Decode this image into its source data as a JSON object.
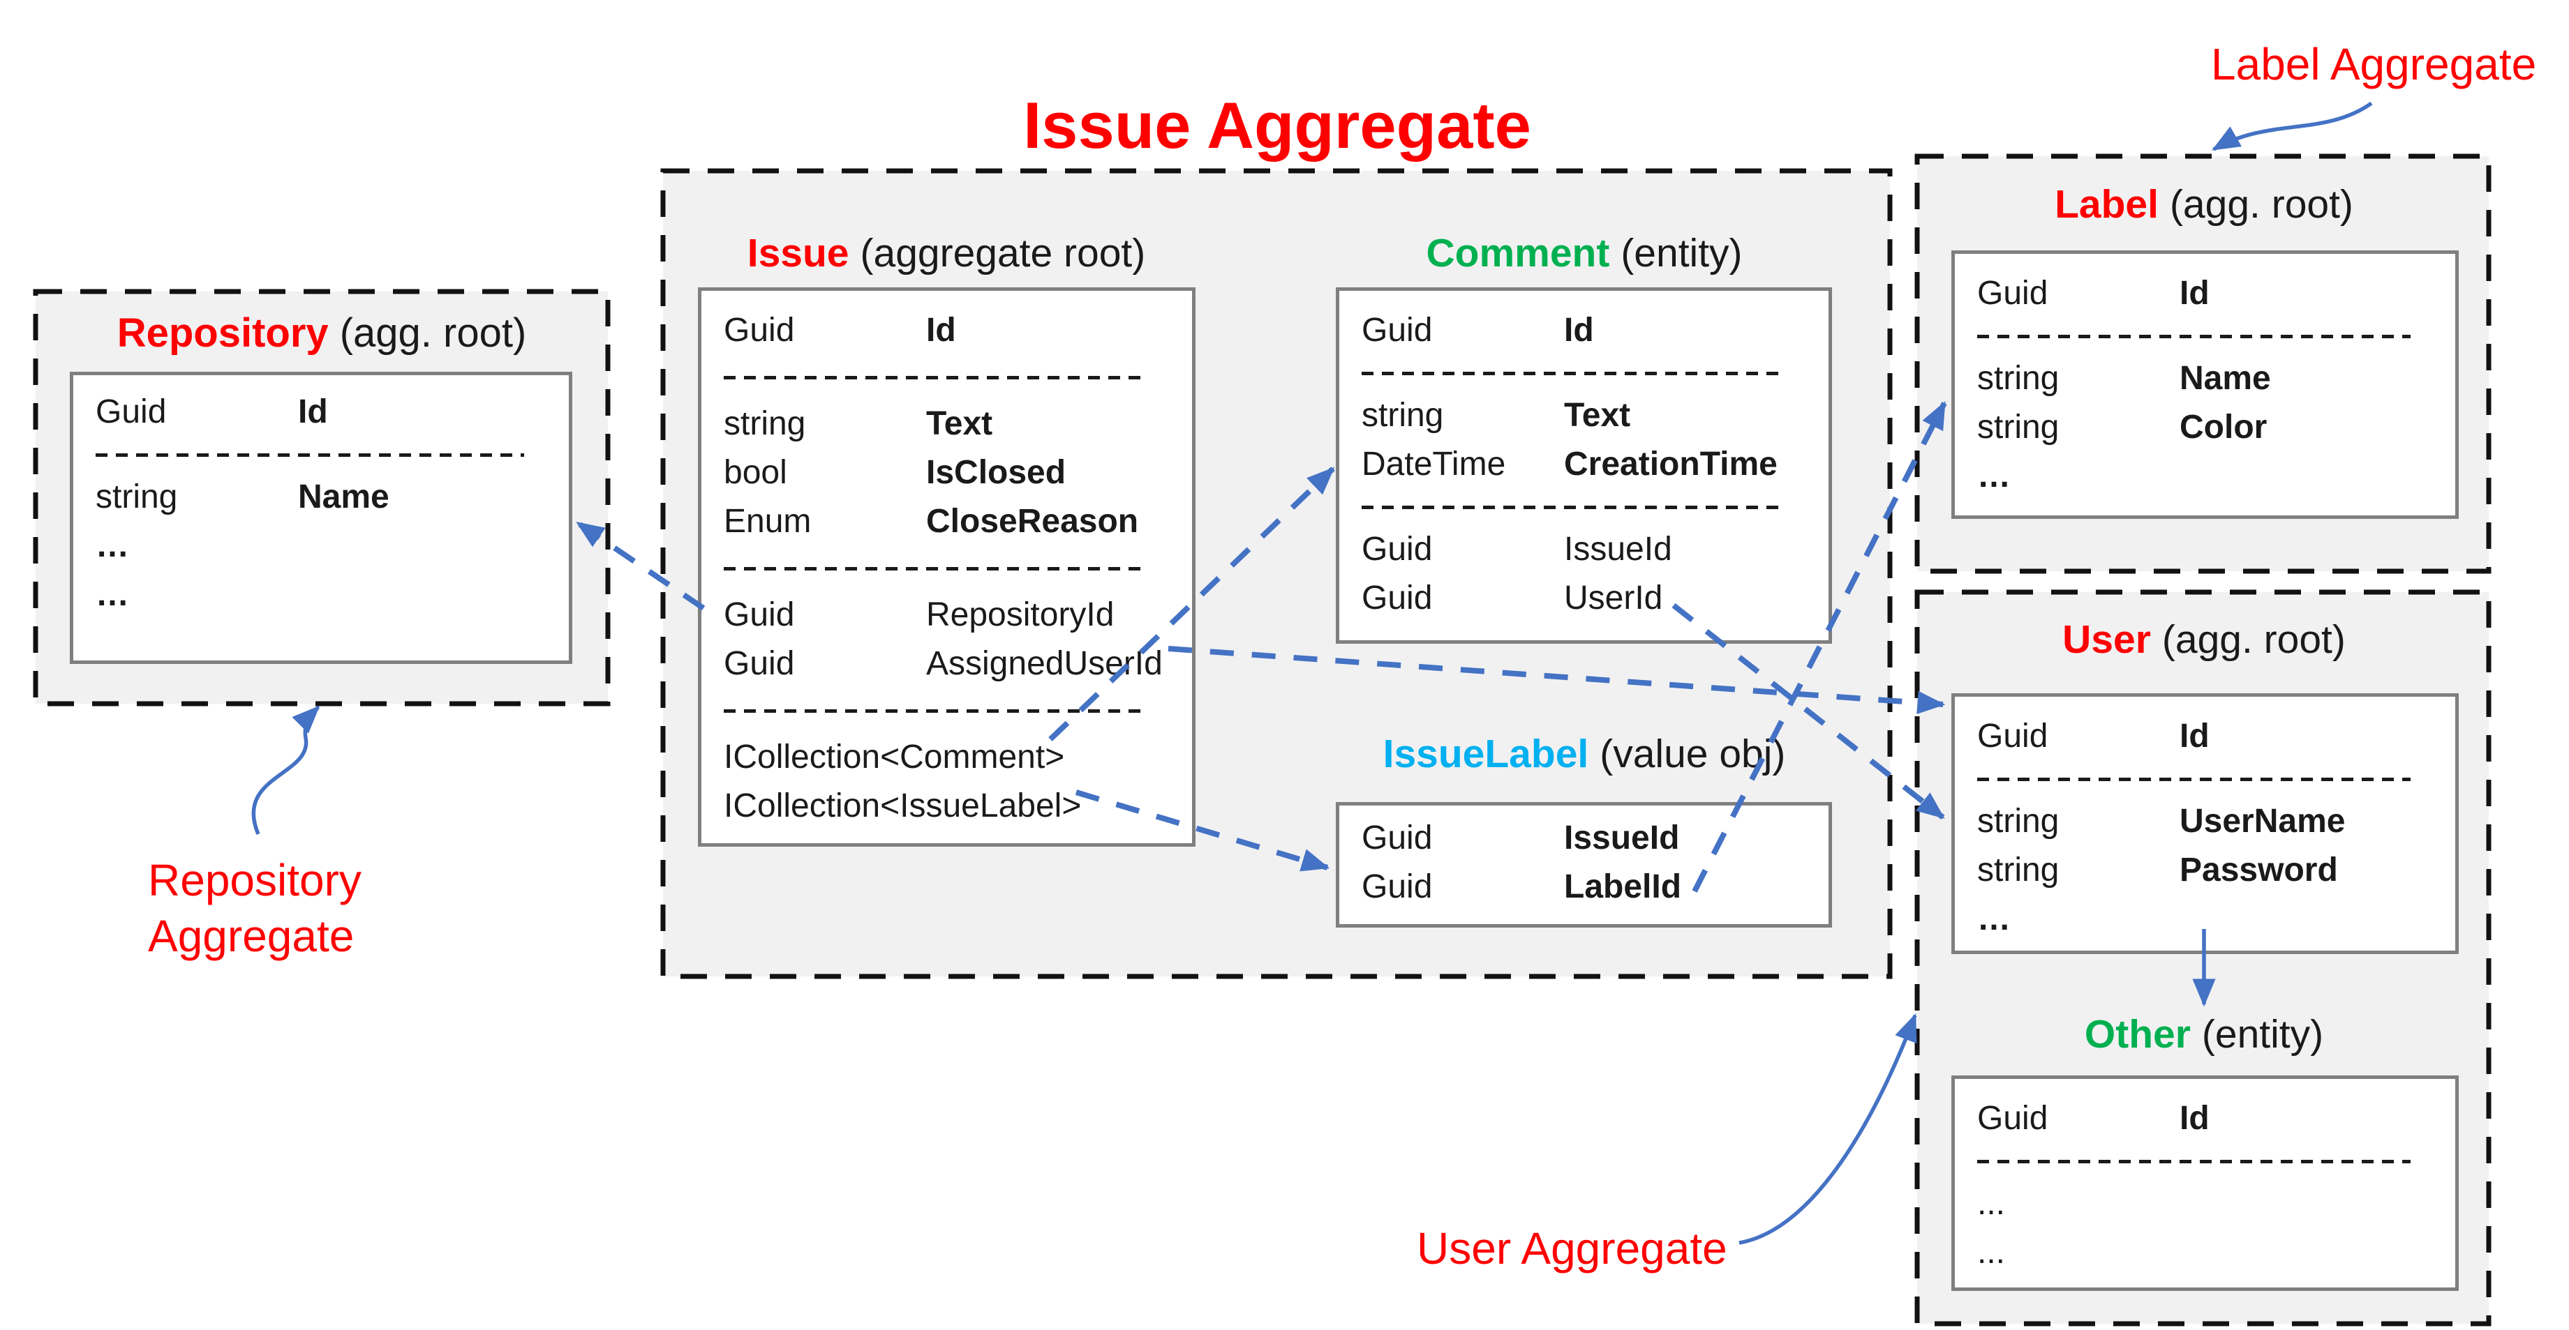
{
  "title": "Issue Aggregate",
  "colors": {
    "red": "#FF0000",
    "green": "#00B050",
    "cyan": "#00B0F0",
    "arrow": "#4472C4",
    "box_fill": "#F1F1F2",
    "box_stroke": "#111111",
    "table_border": "#7F7F7F",
    "text": "#1A1A1A"
  },
  "annotations": {
    "label_aggregate": "Label Aggregate",
    "repository_aggregate_line1": "Repository",
    "repository_aggregate_line2": "Aggregate",
    "user_aggregate": "User Aggregate"
  },
  "entities": {
    "repository": {
      "name": "Repository",
      "suffix": "(agg. root)",
      "rows": [
        {
          "t": "Guid",
          "n": "Id",
          "b": true
        },
        {
          "sep": true
        },
        {
          "t": "string",
          "n": "Name",
          "b": true
        },
        {
          "t": "…",
          "tb": true
        },
        {
          "t": "…",
          "tb": true
        }
      ]
    },
    "issue": {
      "name": "Issue",
      "suffix": "(aggregate root)",
      "rows": [
        {
          "t": "Guid",
          "n": "Id",
          "b": true
        },
        {
          "sep": true
        },
        {
          "t": "string",
          "n": "Text",
          "b": true
        },
        {
          "t": "bool",
          "n": "IsClosed",
          "b": true
        },
        {
          "t": "Enum",
          "n": "CloseReason",
          "b": true
        },
        {
          "sep": true
        },
        {
          "t": "Guid",
          "n": "RepositoryId",
          "b": false
        },
        {
          "t": "Guid",
          "n": "AssignedUserId",
          "b": false
        },
        {
          "sep": true
        },
        {
          "t": "ICollection<Comment>"
        },
        {
          "t": "ICollection<IssueLabel>"
        }
      ]
    },
    "comment": {
      "name": "Comment",
      "suffix": "(entity)",
      "rows": [
        {
          "t": "Guid",
          "n": "Id",
          "b": true
        },
        {
          "sep": true
        },
        {
          "t": "string",
          "n": "Text",
          "b": true
        },
        {
          "t": "DateTime",
          "n": "CreationTime",
          "b": true
        },
        {
          "sep": true
        },
        {
          "t": "Guid",
          "n": "IssueId",
          "b": false
        },
        {
          "t": "Guid",
          "n": "UserId",
          "b": false
        }
      ]
    },
    "issue_label": {
      "name": "IssueLabel",
      "suffix": "(value obj)",
      "rows": [
        {
          "t": "Guid",
          "n": "IssueId",
          "b": true
        },
        {
          "t": "Guid",
          "n": "LabelId",
          "b": true
        }
      ]
    },
    "label": {
      "name": "Label",
      "suffix": "(agg. root)",
      "rows": [
        {
          "t": "Guid",
          "n": "Id",
          "b": true
        },
        {
          "sep": true
        },
        {
          "t": "string",
          "n": "Name",
          "b": true
        },
        {
          "t": "string",
          "n": "Color",
          "b": true
        },
        {
          "t": "…",
          "tb": true
        }
      ]
    },
    "user": {
      "name": "User",
      "suffix": "(agg. root)",
      "rows": [
        {
          "t": "Guid",
          "n": "Id",
          "b": true
        },
        {
          "sep": true
        },
        {
          "t": "string",
          "n": "UserName",
          "b": true
        },
        {
          "t": "string",
          "n": "Password",
          "b": true
        },
        {
          "t": "…",
          "tb": true
        }
      ]
    },
    "other": {
      "name": "Other",
      "suffix": "(entity)",
      "rows": [
        {
          "t": "Guid",
          "n": "Id",
          "b": true
        },
        {
          "sep": true
        },
        {
          "t": "..."
        },
        {
          "t": "..."
        }
      ]
    }
  }
}
